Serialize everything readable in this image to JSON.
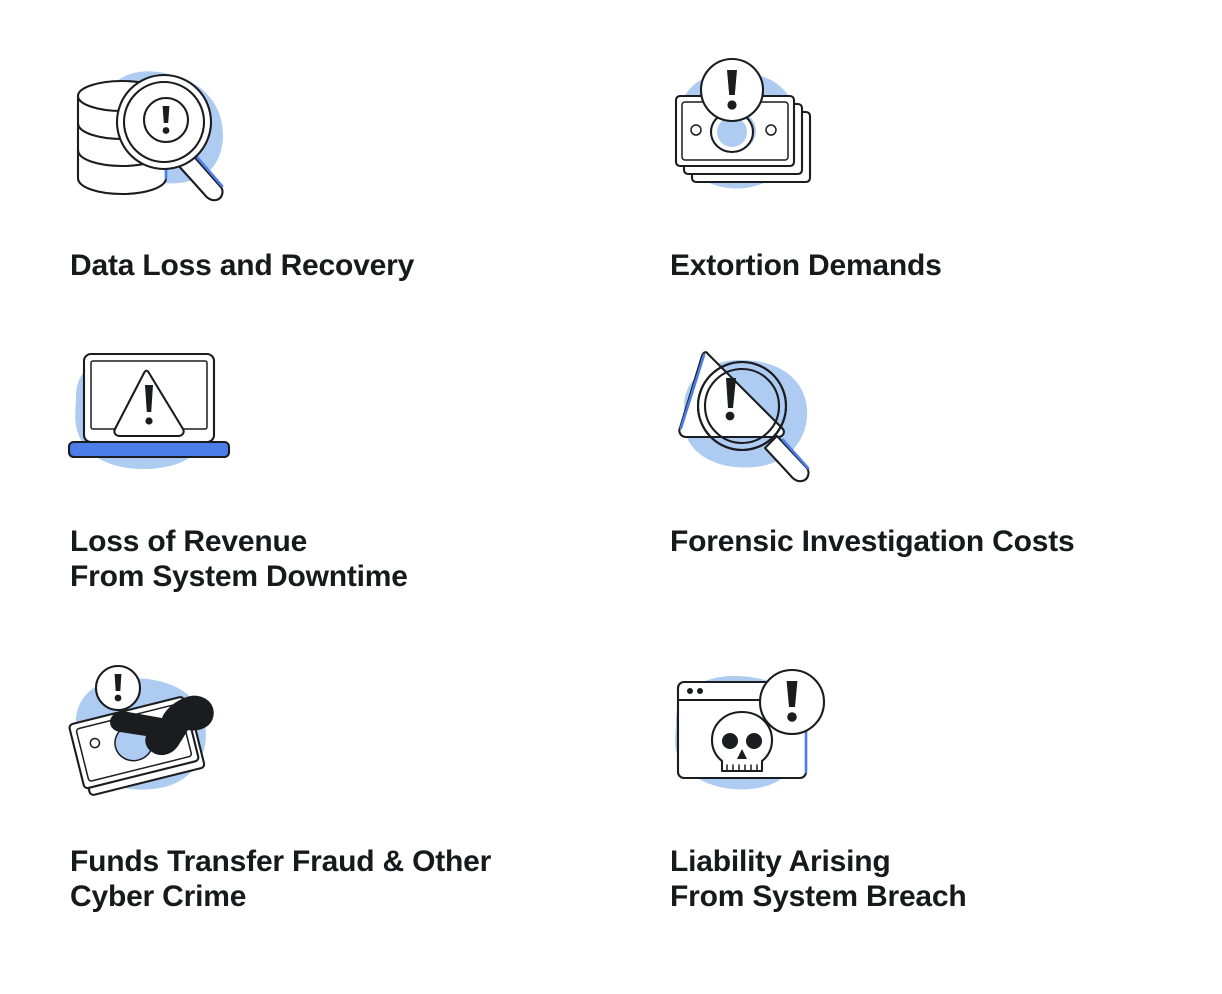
{
  "page": {
    "background_color": "#ffffff",
    "text_color": "#18191c",
    "blob_color": "#aecbf2",
    "accent_blue": "#4d7ee8",
    "line_color": "#1b1c20",
    "columns": 2,
    "rows": 3
  },
  "cards": [
    {
      "id": "data-loss-and-recovery",
      "title": "Data Loss and Recovery",
      "icon": "database-magnifier-alert-icon"
    },
    {
      "id": "extortion-demands",
      "title": "Extortion Demands",
      "icon": "banknotes-alert-icon"
    },
    {
      "id": "loss-of-revenue-from-system-downtime",
      "title": "Loss of Revenue\nFrom System Downtime",
      "icon": "laptop-warning-icon"
    },
    {
      "id": "forensic-investigation-costs",
      "title": "Forensic Investigation Costs",
      "icon": "warning-triangle-magnifier-icon"
    },
    {
      "id": "funds-transfer-fraud-and-other-cyber-crime",
      "title": "Funds Transfer Fraud & Other\nCyber Crime",
      "icon": "gloved-hand-money-alert-icon"
    },
    {
      "id": "liability-arising-from-system-breach",
      "title": "Liability Arising\nFrom System Breach",
      "icon": "browser-skull-alert-icon"
    }
  ]
}
